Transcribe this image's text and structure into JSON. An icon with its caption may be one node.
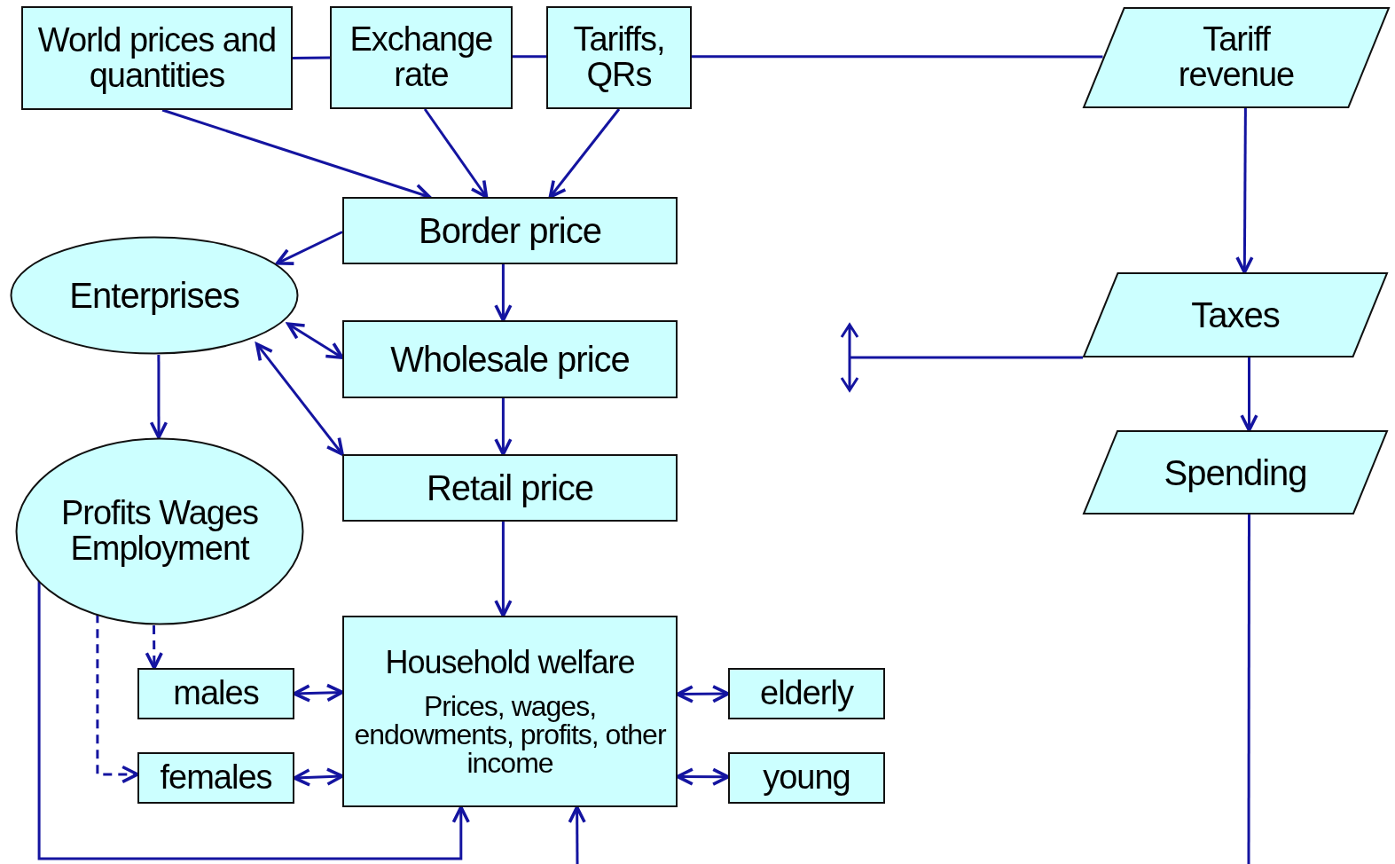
{
  "diagram": {
    "nodes": [
      {
        "text": [
          "World prices and quantities"
        ]
      },
      {
        "text": [
          "Exchange rate"
        ]
      },
      {
        "text": [
          "Tariffs, QRs"
        ]
      },
      {
        "text": [
          "Tariff revenue"
        ]
      },
      {
        "text": [
          "Border price"
        ]
      },
      {
        "text": [
          "Enterprises"
        ]
      },
      {
        "text": [
          "Wholesale price"
        ]
      },
      {
        "text": [
          "Taxes"
        ]
      },
      {
        "text": [
          "Retail price"
        ]
      },
      {
        "text": [
          "Spending"
        ]
      },
      {
        "text": [
          "Profits Wages Employment"
        ]
      },
      {
        "text": [
          "Household welfare",
          "Prices, wages, endowments, profits, other income"
        ]
      },
      {
        "text": [
          "males"
        ]
      },
      {
        "text": [
          "females"
        ]
      },
      {
        "text": [
          "elderly"
        ]
      },
      {
        "text": [
          "young"
        ]
      }
    ],
    "edges": [
      {
        "from": 0,
        "to": 1,
        "arrow": "none"
      },
      {
        "from": 1,
        "to": 2,
        "arrow": "none"
      },
      {
        "from": 2,
        "to": 3,
        "arrow": "none"
      },
      {
        "from": 0,
        "to": 4,
        "arrow": "to"
      },
      {
        "from": 1,
        "to": 4,
        "arrow": "to"
      },
      {
        "from": 2,
        "to": 4,
        "arrow": "to"
      },
      {
        "from": 3,
        "to": 7,
        "arrow": "to"
      },
      {
        "from": 4,
        "to": 5,
        "arrow": "to"
      },
      {
        "from": 4,
        "to": 6,
        "arrow": "to"
      },
      {
        "from": 6,
        "to": 8,
        "arrow": "to"
      },
      {
        "from": 5,
        "to": 6,
        "arrow": "both"
      },
      {
        "from": 5,
        "to": 8,
        "arrow": "both"
      },
      {
        "from": 5,
        "to": 10,
        "arrow": "to"
      },
      {
        "from": 8,
        "to": 11,
        "arrow": "to"
      },
      {
        "from": 7,
        "to": 9,
        "arrow": "to"
      },
      {
        "from": 7,
        "to": null,
        "arrow": "none"
      },
      {
        "from": 9,
        "to": null,
        "arrow": "none"
      },
      {
        "from": null,
        "to": 11,
        "arrow": "to"
      },
      {
        "from": 10,
        "to": 11,
        "arrow": "to"
      },
      {
        "from": 10,
        "to": 12,
        "arrow": "to",
        "style": "dashed"
      },
      {
        "from": 10,
        "to": 13,
        "arrow": "to",
        "style": "dashed"
      },
      {
        "from": 12,
        "to": 11,
        "arrow": "both"
      },
      {
        "from": 13,
        "to": 11,
        "arrow": "both"
      },
      {
        "from": 11,
        "to": 14,
        "arrow": "both"
      },
      {
        "from": 11,
        "to": 15,
        "arrow": "both"
      }
    ]
  }
}
